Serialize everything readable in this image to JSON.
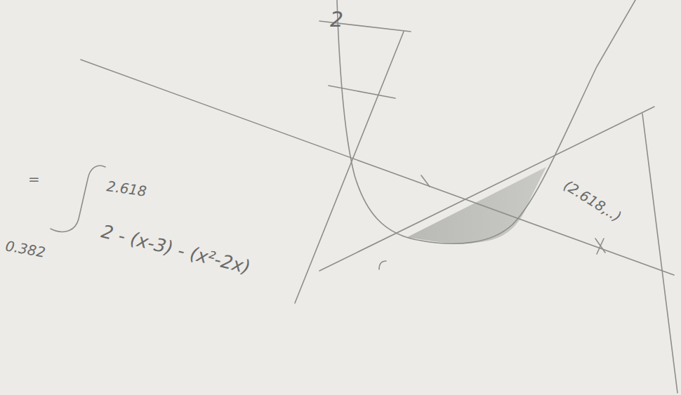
{
  "diagram": {
    "labels": [
      "2",
      "=",
      "2.618",
      "0.382",
      "2 - (x-3) - (x²-2x)",
      "(2.618,..)"
    ]
  }
}
